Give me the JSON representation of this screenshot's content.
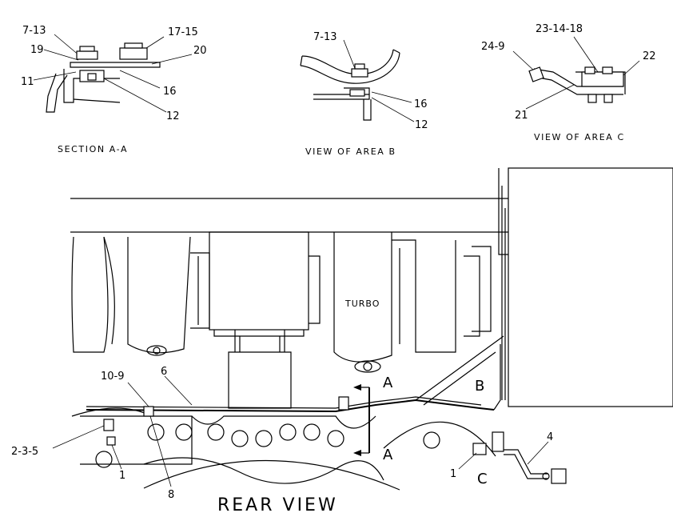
{
  "captions": {
    "section_a": "SECTION A-A",
    "view_b": "VIEW OF AREA B",
    "view_c": "VIEW OF AREA C",
    "rear_view": "REAR VIEW",
    "turbo": "TURBO"
  },
  "callouts": {
    "sa_7_13": "7-13",
    "sa_17_15": "17-15",
    "sa_19": "19",
    "sa_20": "20",
    "sa_11": "11",
    "sa_16": "16",
    "sa_12": "12",
    "vb_7_13": "7-13",
    "vb_16": "16",
    "vb_12": "12",
    "vc_23_14_18": "23-14-18",
    "vc_24_9": "24-9",
    "vc_22": "22",
    "vc_21": "21",
    "rv_10_9": "10-9",
    "rv_6": "6",
    "rv_4": "4",
    "rv_2_3_5": "2-3-5",
    "rv_1_left": "1",
    "rv_1_right": "1",
    "rv_8": "8"
  },
  "view_markers": {
    "a_top": "A",
    "a_bottom": "A",
    "b": "B",
    "c": "C"
  }
}
